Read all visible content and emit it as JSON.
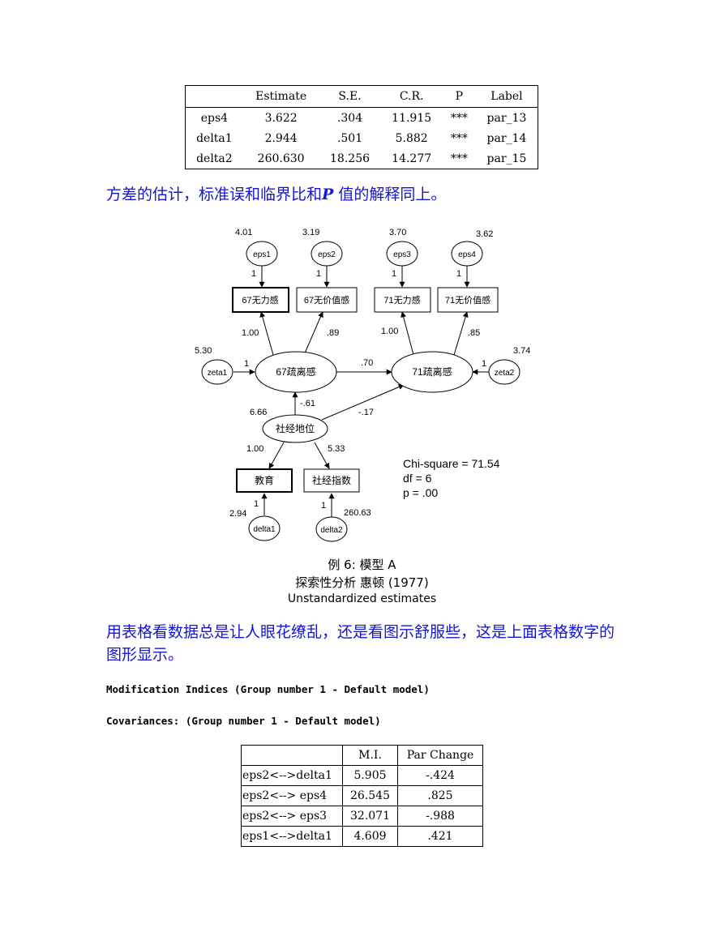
{
  "table1": {
    "headers": [
      "",
      "Estimate",
      "S.E.",
      "C.R.",
      "P",
      "Label"
    ],
    "rows": [
      [
        "eps4",
        "3.622",
        ".304",
        "11.915",
        "***",
        "par_13"
      ],
      [
        "delta1",
        "2.944",
        ".501",
        "5.882",
        "***",
        "par_14"
      ],
      [
        "delta2",
        "260.630",
        "18.256",
        "14.277",
        "***",
        "par_15"
      ]
    ]
  },
  "para1": {
    "before": "方差的估计，标准误和临界比和",
    "p_letter": "P",
    "after": " 值的解释同上。"
  },
  "diagram": {
    "eps": [
      {
        "name": "eps1",
        "var": "4.01",
        "path": "1"
      },
      {
        "name": "eps2",
        "var": "3.19",
        "path": "1"
      },
      {
        "name": "eps3",
        "var": "3.70",
        "path": "1"
      },
      {
        "name": "eps4",
        "var": "3.62",
        "path": "1"
      }
    ],
    "observed_top": [
      "67无力感",
      "67无价值感",
      "71无力感",
      "71无价值感"
    ],
    "loadings_top": [
      "1.00",
      ".89",
      "1.00",
      ".85"
    ],
    "latent_67": "67疏离感",
    "latent_71": "71疏离感",
    "zeta1": {
      "name": "zeta1",
      "var": "5.30",
      "path": "1"
    },
    "zeta2": {
      "name": "zeta2",
      "var": "3.74",
      "path": "1"
    },
    "path_67_71": ".70",
    "ses": {
      "name": "社经地位",
      "var": "6.66"
    },
    "ses_to_67": "-.61",
    "ses_to_71": "-.17",
    "loadings_bottom": [
      "1.00",
      "5.33"
    ],
    "observed_bottom": [
      "教育",
      "社经指数"
    ],
    "delta": [
      {
        "name": "delta1",
        "var": "2.94",
        "path": "1"
      },
      {
        "name": "delta2",
        "var": "260.63",
        "path": "1"
      }
    ],
    "fit": [
      "Chi-square = 71.54",
      "df = 6",
      "p = .00"
    ]
  },
  "caption": {
    "line1": "例 6: 模型 A",
    "line2": "探索性分析 惠顿 (1977)",
    "line3": "Unstandardized estimates"
  },
  "para2": "用表格看数据总是让人眼花缭乱，还是看图示舒服些，这是上面表格数字的图形显示。",
  "mono1": "Modification Indices (Group number 1 - Default model)",
  "mono2": "Covariances: (Group number 1 - Default model)",
  "table2": {
    "headers": [
      "",
      "M.I.",
      "Par Change"
    ],
    "rows": [
      [
        "eps2<-->delta1",
        "5.905",
        "-.424"
      ],
      [
        "eps2<--> eps4",
        "26.545",
        ".825"
      ],
      [
        "eps2<--> eps3",
        "32.071",
        "-.988"
      ],
      [
        "eps1<-->delta1",
        "4.609",
        ".421"
      ]
    ]
  }
}
